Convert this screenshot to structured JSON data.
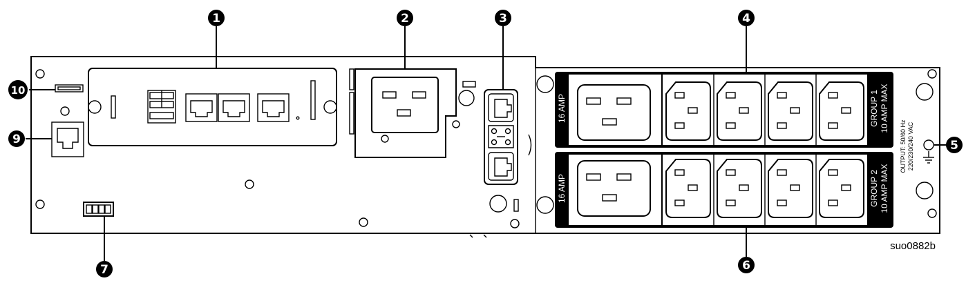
{
  "callouts": [
    "1",
    "2",
    "3",
    "4",
    "5",
    "6",
    "7",
    "9",
    "10"
  ],
  "outlet_panels": {
    "group1": {
      "name": "GROUP 1",
      "limit": "10 AMP MAX",
      "high_amp": "16 AMP"
    },
    "group2": {
      "name": "GROUP 2",
      "limit": "10 AMP MAX",
      "high_amp": "16 AMP"
    }
  },
  "output_rating": {
    "line1": "OUTPUT: 50/60 Hz",
    "line2": "220/230/240 VAC"
  },
  "figure_code": "suo0882b"
}
